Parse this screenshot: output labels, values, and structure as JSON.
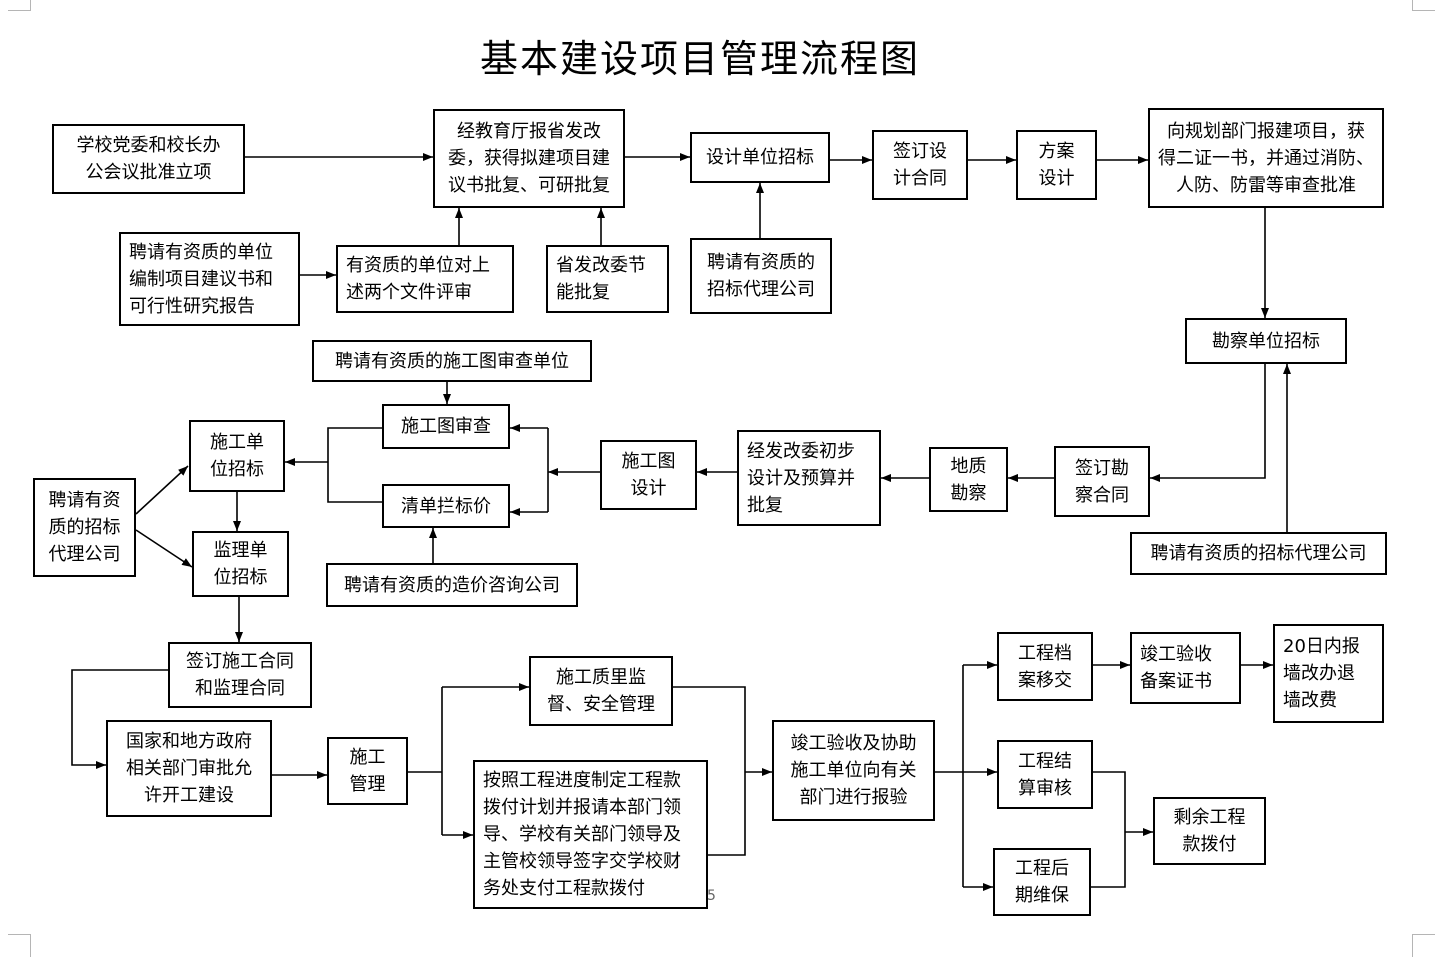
{
  "title": "基本建设项目管理流程图",
  "page_number": "5",
  "boxes": {
    "b1": [
      "学校党委和校长办",
      "公会议批准立项"
    ],
    "b2": [
      "经教育厅报省发改",
      "委，获得拟建项目建",
      "议书批复、可研批复"
    ],
    "b3": [
      "设计单位招标"
    ],
    "b4": [
      "签订设",
      "计合同"
    ],
    "b5": [
      "方案",
      "设计"
    ],
    "b6": [
      "向规划部门报建项目，获",
      "得二证一书，并通过消防、",
      "人防、防雷等审查批准"
    ],
    "b7": [
      "聘请有资质的单位",
      "编制项目建议书和",
      "可行性研究报告"
    ],
    "b8": [
      "有资质的单位对上",
      "述两个文件评审"
    ],
    "b9": [
      "省发改委节",
      "能批复"
    ],
    "b10": [
      "聘请有资质的",
      "招标代理公司"
    ],
    "b11": [
      "勘察单位招标"
    ],
    "b12": [
      "聘请有资质的施工图审查单位"
    ],
    "b13": [
      "施工图审查"
    ],
    "b14": [
      "施工单",
      "位招标"
    ],
    "b15": [
      "清单拦标价"
    ],
    "b16": [
      "施工图",
      "设计"
    ],
    "b17": [
      "经发改委初步",
      "设计及预算并",
      "批复"
    ],
    "b18": [
      "地质",
      "勘察"
    ],
    "b19": [
      "签订勘",
      "察合同"
    ],
    "b20": [
      "聘请有资",
      "质的招标",
      "代理公司"
    ],
    "b21": [
      "监理单",
      "位招标"
    ],
    "b22": [
      "聘请有资质的造价咨询公司"
    ],
    "b23": [
      "聘请有资质的招标代理公司"
    ],
    "b24": [
      "签订施工合同",
      "和监理合同"
    ],
    "b25": [
      "施工质里监",
      "督、安全管理"
    ],
    "b26": [
      "国家和地方政府",
      "相关部门审批允",
      "许开工建设"
    ],
    "b27": [
      "施工",
      "管理"
    ],
    "b28": [
      "按照工程进度制定工程款",
      "拨付计划并报请本部门领",
      "导、学校有关部门领导及",
      "主管校领导签字交学校财",
      "务处支付工程款拨付"
    ],
    "b29": [
      "竣工验收及协助",
      "施工单位向有关",
      "部门进行报验"
    ],
    "b30": [
      "工程档",
      "案移交"
    ],
    "b31": [
      "竣工验收",
      "备案证书"
    ],
    "b32": [
      "20日内报",
      "墙改办退",
      "墙改费"
    ],
    "b33": [
      "工程结",
      "算审核"
    ],
    "b34": [
      "剩余工程",
      "款拨付"
    ],
    "b35": [
      "工程后",
      "期维保"
    ]
  }
}
